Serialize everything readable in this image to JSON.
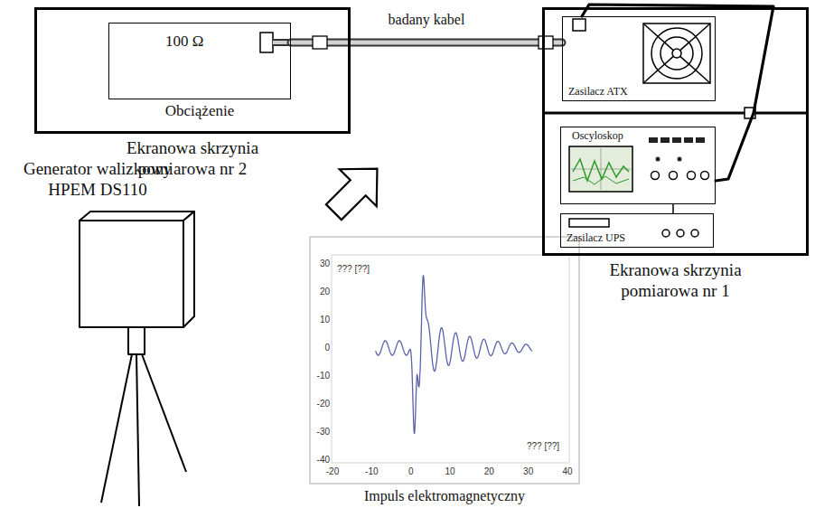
{
  "diagram": {
    "nodes": [
      {
        "text": [
          "Ekranowa skrzynia pomiarowa nr 2"
        ]
      },
      {
        "text": [
          "100 Ω",
          "Obciążenie"
        ],
        "in": 0
      },
      {
        "text": [
          "Ekranowa skrzynia pomiarowa nr 1"
        ]
      },
      {
        "text": [
          "Zasilacz ATX"
        ],
        "in": 2
      },
      {
        "text": [
          "Oscyloskop"
        ],
        "in": 2
      },
      {
        "text": [
          "Zasilacz UPS"
        ],
        "in": 2
      }
    ],
    "edges": [
      {
        "from": 1,
        "to": 3,
        "arrow": "none",
        "label": "badany kabel"
      },
      {
        "from": 3,
        "to": 4,
        "arrow": "none"
      },
      {
        "from": 4,
        "to": 5,
        "arrow": "none"
      }
    ],
    "labels": [
      "Generator walizkowy HPEM DS110",
      "30",
      "20",
      "10",
      "0",
      "-10",
      "-20",
      "-30",
      "-40",
      "-20",
      "-10",
      "0",
      "10",
      "20",
      "30",
      "40",
      "??? [??]",
      "??? [??]",
      "Impuls elektromagnetyczny"
    ]
  }
}
